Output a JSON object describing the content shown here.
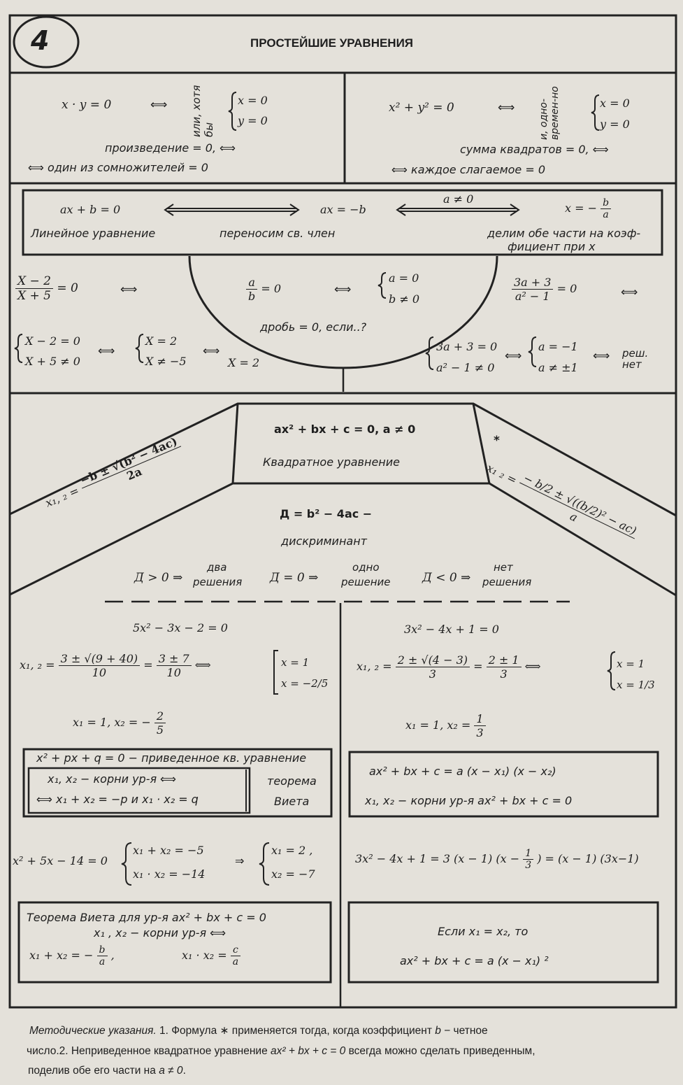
{
  "header": {
    "number": "4",
    "title": "ПРОСТЕЙШИЕ УРАВНЕНИЯ"
  },
  "product": {
    "eq": "x · y = 0",
    "arrow": "⟺",
    "note": "или, хотя бы",
    "s1": "x = 0",
    "s2": "y = 0",
    "rule1": "произведение = 0, ⟺",
    "rule2": "⟺  один из  сомножителей  =  0"
  },
  "squares": {
    "eq": "x² +  y² = 0",
    "arrow": "⟺",
    "note": "и, одно-времен-но",
    "s1": "x = 0",
    "s2": "y = 0",
    "rule1": "сумма квадратов = 0, ⟺",
    "rule2": "⟺  каждое  слагаемое  =  0"
  },
  "linear": {
    "eq": "ax + b = 0",
    "mid": "ax = −b",
    "cond": "a ≠ 0",
    "res_lhs": "x = −",
    "res_num": "b",
    "res_den": "a",
    "label": "Линейное уравнение",
    "step1": "переносим св. член",
    "step2a": "делим обе части на коэф-",
    "step2b": "фициент при  x"
  },
  "fraction": {
    "ex1_num": "X − 2",
    "ex1_den": "X + 5",
    "ex1_rhs": "= 0",
    "iff": "⟺",
    "gen_num": "a",
    "gen_den": "b",
    "gen_rhs": "= 0",
    "cond1": "a = 0",
    "cond2": "b ≠ 0",
    "ex2_num": "3a + 3",
    "ex2_den": "a² − 1",
    "ex2_rhs": "= 0",
    "question": "дробь = 0,  если..?",
    "ex1_s1": "X − 2 = 0",
    "ex1_s2": "X + 5 ≠ 0",
    "ex1_t1": "X = 2",
    "ex1_t2": "X ≠ −5",
    "ex1_ans": "X = 2",
    "ex2_s1": "3a + 3 = 0",
    "ex2_s2": "a² − 1 ≠ 0",
    "ex2_t1": "a = −1",
    "ex2_t2": "a ≠ ±1",
    "ex2_ans1": "реш.",
    "ex2_ans2": "нет"
  },
  "quadratic": {
    "eq": "ax² + bx + c = 0,   a ≠ 0",
    "label": "Квадратное уравнение",
    "left_lhs": "x₁, ₂ =",
    "left_num": "−b ± √(b² − 4ac)",
    "left_den": "2a",
    "star": "*",
    "right_lhs": "x₁ ₂ =",
    "right_num": "− b/2 ± √((b/2)² − ac)",
    "right_den": "a",
    "disc": "Д = b² − 4ac  −",
    "disc_label": "дискриминант",
    "c1": "Д > 0 ⇒",
    "c1a": "два",
    "c1b": "решения",
    "c2": "Д  =  0 ⇒",
    "c2a": "одно",
    "c2b": "решение",
    "c3": "Д < 0 ⇒",
    "c3a": "нет",
    "c3b": "решения"
  },
  "example_left": {
    "eq": "5x² − 3x − 2 = 0",
    "lhs": "x₁, ₂ =",
    "n1": "3 ± √(9 + 40)",
    "d1": "10",
    "n2": "3 ± 7",
    "d2": "10",
    "iff": "⟺",
    "r1": "x = 1",
    "r2": "x = −2/5",
    "roots": "x₁ = 1,   x₂ = −",
    "roots_num": "2",
    "roots_den": "5"
  },
  "example_right": {
    "eq": "3x² − 4x + 1 = 0",
    "lhs": "x₁, ₂ =",
    "n1": "2 ± √(4 − 3)",
    "d1": "3",
    "n2": "2 ± 1",
    "d2": "3",
    "iff": "⟺",
    "r1": "x = 1",
    "r2": "x = 1/3",
    "roots": "x₁ = 1,   x₂ =",
    "roots_num": "1",
    "roots_den": "3"
  },
  "vieta": {
    "title": "x² + px + q = 0 − приведенное кв. уравнение",
    "l1": "x₁, x₂ − корни ур-я ⟺",
    "l2": "⟺   x₁ + x₂ = −p и x₁ · x₂ = q",
    "name1": "теорема",
    "name2": "Виета"
  },
  "factor": {
    "l1": "ax² + bx + c = a (x − x₁)  (x − x₂)",
    "l2": "x₁, x₂ − корни ур-я  ax² + bx + c = 0"
  },
  "vieta_example": {
    "eq": "x² + 5x − 14 = 0",
    "s1": "x₁ + x₂ = −5",
    "s2": "x₁ · x₂ = −14",
    "arrow": "⇒",
    "r1": "x₁ = 2 ,",
    "r2": "x₂ = −7"
  },
  "factor_example": {
    "lhs": "3x² − 4x + 1 = 3 (x − 1)  (x −",
    "num": "1",
    "den": "3",
    "rhs": ")  =  (x − 1) (3x−1)"
  },
  "vieta_general": {
    "title": "Теорема Виета для ур-я   ax² + bx + c = 0",
    "l2": "x₁ , x₂ − корни ур-я ⟺",
    "sum_lhs": "x₁ + x₂ = −",
    "sum_num": "b",
    "sum_den": "a",
    "sum_end": ",",
    "prod_lhs": "x₁ · x₂ =",
    "prod_num": "c",
    "prod_den": "a"
  },
  "double_root": {
    "l1": "Если  x₁ = x₂,  то",
    "l2": "ax² + bx + c = a (x − x₁) ²"
  },
  "footer": {
    "lead": "Методические указания.",
    "t1": " 1. Формула  ∗  применяется тогда, когда коэффициент  ",
    "b": "b",
    "t2": " − четное",
    "t3": "число.2. Неприведенное квадратное уравнение ",
    "eq": "ax² + bx + c = 0",
    "t4": " всегда можно сделать приведенным,",
    "t5": "поделив обе его части на  ",
    "cond": "a ≠ 0",
    "t6": "."
  }
}
